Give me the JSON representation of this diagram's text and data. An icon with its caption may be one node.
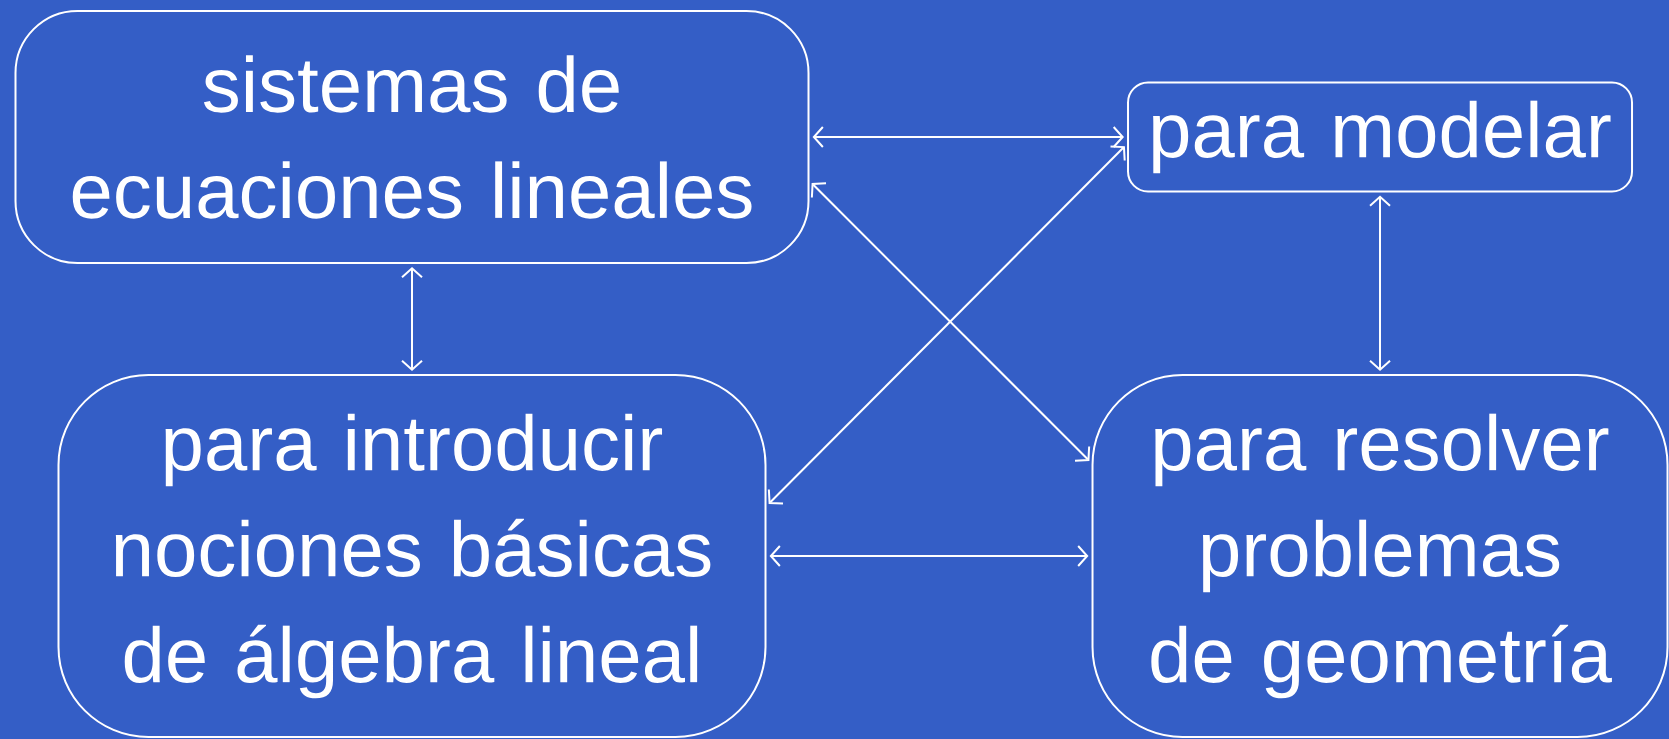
{
  "diagram": {
    "nodes": [
      {
        "text": [
          "sistemas de ecuaciones lineales"
        ]
      },
      {
        "text": [
          "para modelar"
        ]
      },
      {
        "text": [
          "para introducir nociones básicas de álgebra lineal"
        ]
      },
      {
        "text": [
          "para resolver problemas de geometría"
        ]
      }
    ],
    "edges": [
      {
        "from": 0,
        "to": 1,
        "arrow": "both"
      },
      {
        "from": 0,
        "to": 2,
        "arrow": "both"
      },
      {
        "from": 1,
        "to": 3,
        "arrow": "both"
      },
      {
        "from": 2,
        "to": 3,
        "arrow": "both"
      },
      {
        "from": 0,
        "to": 3,
        "arrow": "both"
      },
      {
        "from": 2,
        "to": 1,
        "arrow": "both"
      }
    ]
  }
}
